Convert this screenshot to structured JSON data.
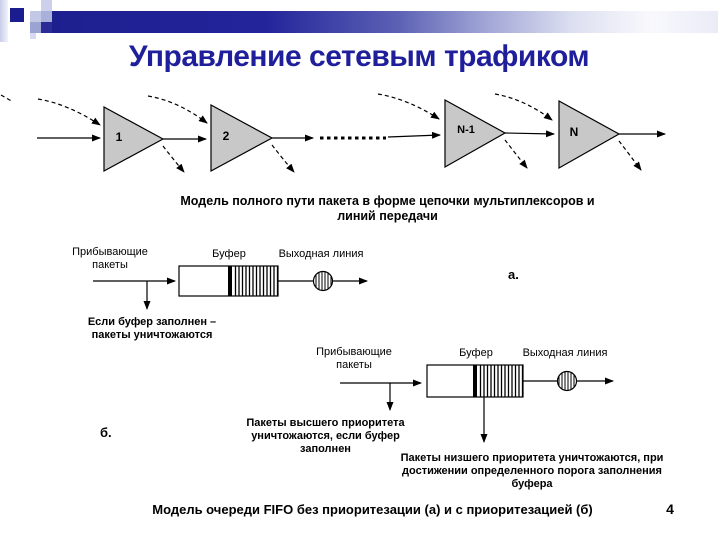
{
  "slide": {
    "title": "Управление сетевым трафиком",
    "page_number": "4",
    "bottom_caption": "Модель очереди FIFO без приоритезации (а) и с приоритезацией (б)"
  },
  "chain": {
    "nodes": [
      "1",
      "2",
      "N-1",
      "N"
    ],
    "caption": {
      "line1": "Модель полного пути пакета  в форме цепочки мультиплексоров и",
      "line2": "линий передачи"
    }
  },
  "diagram_a": {
    "label": "а.",
    "arriving": {
      "line1": "Прибывающие",
      "line2": "пакеты"
    },
    "buffer_label": "Буфер",
    "output_label": "Выходная линия",
    "drop_note": {
      "line1": "Если буфер заполнен –",
      "line2": "пакеты уничтожаются"
    }
  },
  "diagram_b": {
    "label": "б.",
    "arriving": {
      "line1": "Прибывающие",
      "line2": "пакеты"
    },
    "buffer_label": "Буфер",
    "output_label": "Выходная линия",
    "high_priority_note": {
      "line1": "Пакеты высшего приоритета",
      "line2": "уничтожаются, если буфер заполнен"
    },
    "low_priority_note": {
      "line1": "Пакеты низшего приоритета уничтожаются, при",
      "line2": "достижении определенного порога заполнения",
      "line3": "буфера"
    }
  },
  "colors": {
    "title_text": "#1f1f9c",
    "accent_navy": "#22239a",
    "triangle_fill": "#c8c8c8"
  }
}
